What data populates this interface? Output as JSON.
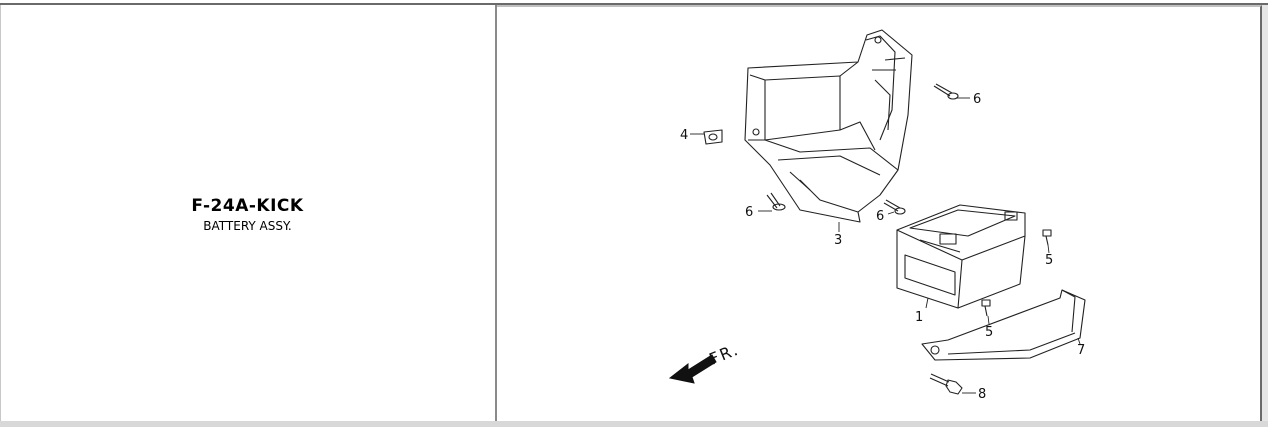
{
  "part_info": {
    "code": "F-24A-KICK",
    "title": "BATTERY ASSY."
  },
  "diagram": {
    "callouts": [
      "1",
      "3",
      "4",
      "5",
      "5",
      "6",
      "6",
      "6",
      "7",
      "8"
    ],
    "direction_label": "FR."
  }
}
